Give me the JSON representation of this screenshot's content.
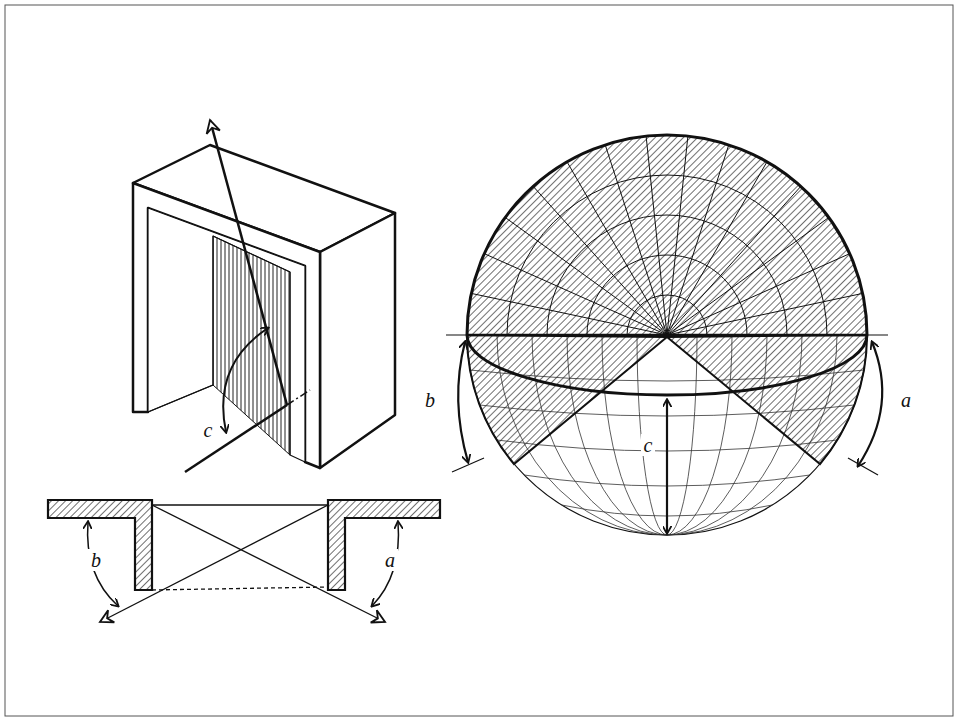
{
  "diagram": {
    "labels": [
      "c",
      "b",
      "c",
      "a",
      "b",
      "a"
    ]
  }
}
